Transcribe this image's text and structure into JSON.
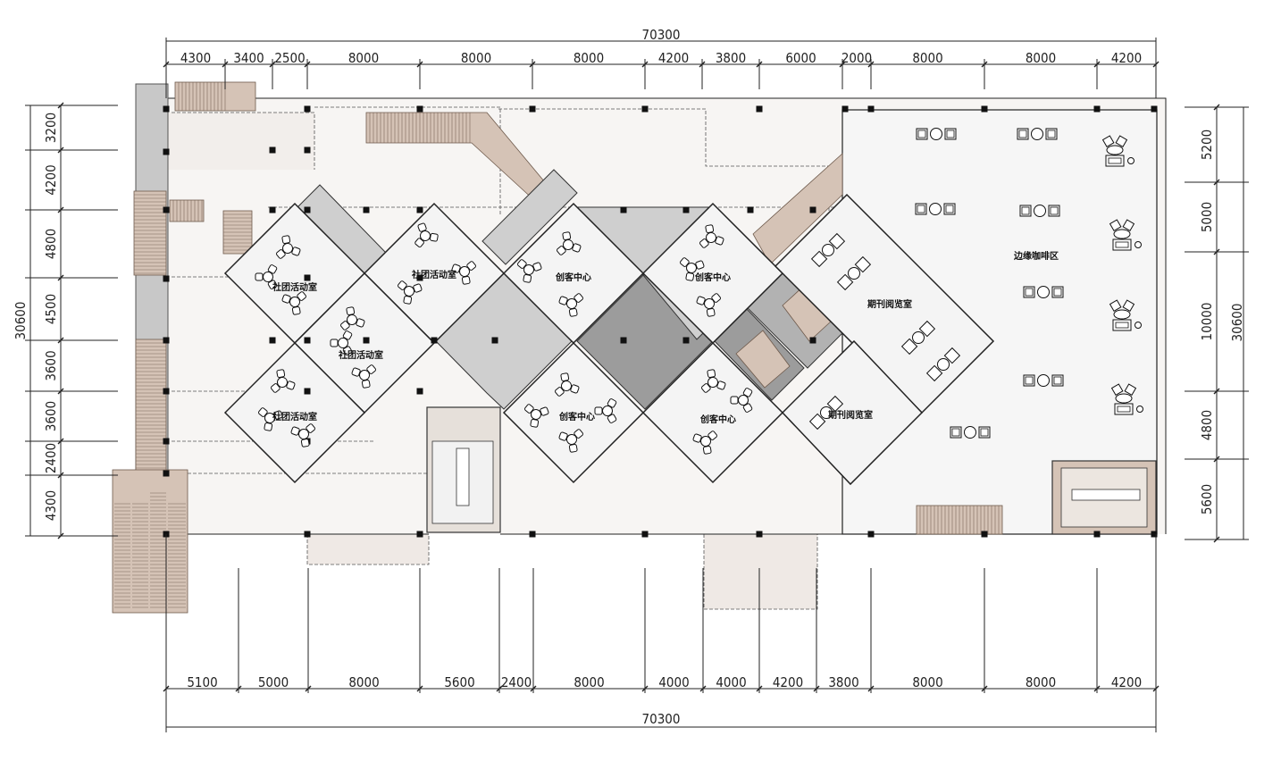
{
  "dimensions": {
    "top_total": "70300",
    "top_segments": [
      "4300",
      "3400",
      "2500",
      "8000",
      "8000",
      "8000",
      "4200",
      "3800",
      "6000",
      "2000",
      "8000",
      "8000",
      "4200"
    ],
    "bottom_total": "70300",
    "bottom_segments": [
      "5100",
      "5000",
      "8000",
      "5600",
      "2400",
      "8000",
      "4000",
      "4000",
      "4200",
      "3800",
      "8000",
      "8000",
      "4200"
    ],
    "left_total": "30600",
    "left_segments": [
      "3200",
      "4200",
      "4800",
      "4500",
      "3600",
      "3600",
      "2400",
      "4300"
    ],
    "right_total": "30600",
    "right_segments": [
      "5200",
      "5000",
      "10000",
      "4800",
      "5600"
    ]
  },
  "rooms": {
    "club_1": "社团活动室",
    "club_2": "社团活动室",
    "club_3": "社团活动室",
    "club_4": "社团活动室",
    "maker_1": "创客中心",
    "maker_2": "创客中心",
    "maker_3": "创客中心",
    "maker_4": "创客中心",
    "periodical_1": "期刊阅览室",
    "periodical_2": "期刊阅览室",
    "cafe": "边缘咖啡区"
  },
  "colors": {
    "floor": "#f7f5f3",
    "room_fill": "#f4f4f4",
    "stair": "#d5c3b6",
    "void_light": "#cfcfcf",
    "void_dark": "#9c9c9c"
  }
}
